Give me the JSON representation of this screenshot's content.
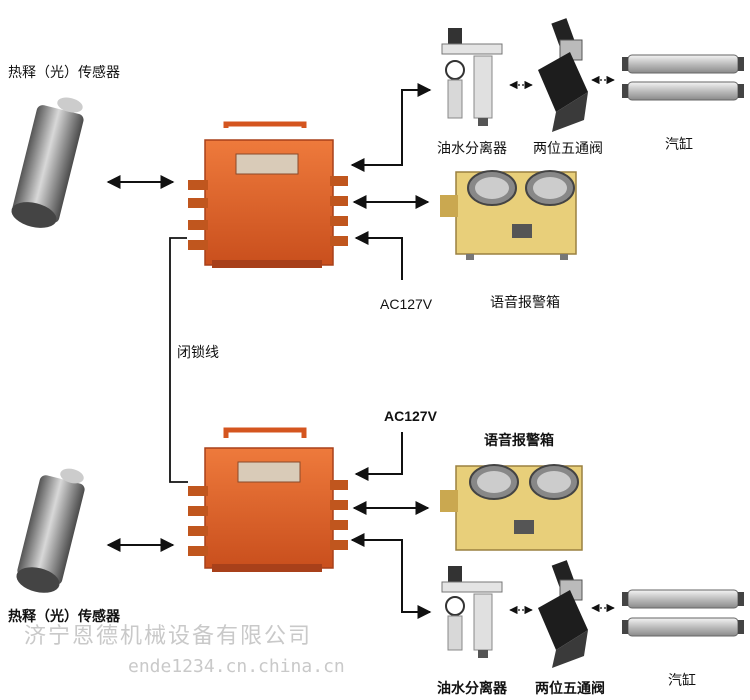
{
  "labels": {
    "sensor_top": "热释（光）传感器",
    "sensor_bottom": "热释（光）传感器",
    "filter_top": "油水分离器",
    "valve_top": "两位五通阀",
    "cylinder_top": "汽缸",
    "alarm_top": "语音报警箱",
    "power_top": "AC127V",
    "lock_line": "闭锁线",
    "power_bottom": "AC127V",
    "alarm_bottom": "语音报警箱",
    "filter_bottom": "油水分离器",
    "valve_bottom": "两位五通阀",
    "cylinder_bottom": "汽缸"
  },
  "watermark": {
    "company": "济宁恩德机械设备有限公司",
    "url": "ende1234.cn.china.cn"
  },
  "colors": {
    "controller": "#e0672e",
    "controller_dark": "#b8451a",
    "alarm_box": "#e8cf7a",
    "sensor": "#8c8c8c",
    "arrow": "#111111"
  }
}
